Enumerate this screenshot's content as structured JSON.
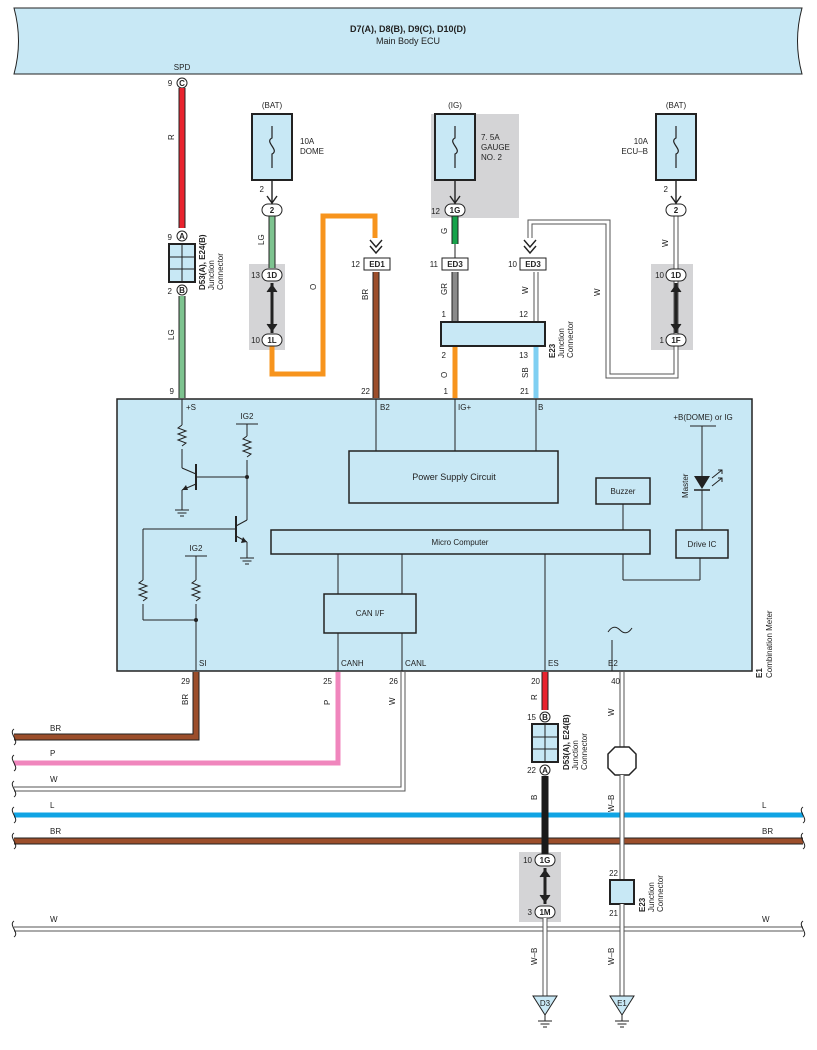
{
  "main_body_ecu": {
    "ref": "D7(A), D8(B), D9(C), D10(D)",
    "name": "Main Body ECU",
    "spd_pin": "SPD",
    "spd_pin_no": "9",
    "spd_conn": "C"
  },
  "wires": {
    "r": "R",
    "lg": "LG",
    "o": "O",
    "br": "BR",
    "g": "G",
    "gr": "GR",
    "w": "W",
    "sb": "SB",
    "p": "P",
    "b": "B",
    "wb": "W–B",
    "l": "L"
  },
  "fuses": {
    "dome": {
      "source": "(BAT)",
      "amp": "10A",
      "name": "DOME"
    },
    "gauge": {
      "source": "(IG)",
      "amp": "7. 5A",
      "name1": "GAUGE",
      "name2": "NO. 2"
    },
    "ecub": {
      "source": "(BAT)",
      "amp": "10A",
      "name": "ECU–B"
    }
  },
  "connectors": {
    "c2": "2",
    "c1g": "1G",
    "c1d": "1D",
    "c1l": "1L",
    "c1f": "1F",
    "c1m": "1M",
    "ed1": "ED1",
    "ed3": "ED3",
    "a": "A",
    "b": "B"
  },
  "pins": {
    "p1": "1",
    "p2": "2",
    "p3": "3",
    "p9": "9",
    "p10": "10",
    "p11": "11",
    "p12": "12",
    "p13": "13",
    "p15": "15",
    "p20": "20",
    "p21": "21",
    "p22": "22",
    "p25": "25",
    "p26": "26",
    "p29": "29",
    "p40": "40"
  },
  "junction_d53": {
    "ref": "D53(A), E24(B)",
    "name1": "Junction",
    "name2": "Connector"
  },
  "junction_e23": {
    "ref": "E23",
    "name1": "Junction",
    "name2": "Connector"
  },
  "meter": {
    "ref": "E1",
    "name": "Combination Meter",
    "terminals": {
      "plus_s": "+S",
      "b2": "B2",
      "ig_plus": "IG+",
      "b": "B",
      "si": "SI",
      "canh": "CANH",
      "canl": "CANL",
      "es": "ES",
      "e2": "E2"
    },
    "ig2": "IG2",
    "power_supply": "Power Supply Circuit",
    "buzzer": "Buzzer",
    "micro": "Micro Computer",
    "can_if": "CAN I/F",
    "drive_ic": "Drive IC",
    "dome_ig": "+B(DOME) or IG",
    "master": "Master"
  },
  "grounds": {
    "d3": "D3",
    "e1": "E1"
  },
  "colors": {
    "ecu_fill": "#c8e8f5",
    "red": "#e8232e",
    "green_lg": "#7dc38f",
    "orange": "#f7941d",
    "brown": "#9c4e2b",
    "green": "#16a24a",
    "gray": "#8a8a8a",
    "sky": "#7fcff2",
    "pink": "#f086bd",
    "blue": "#10a4e4",
    "black": "#1a1a1a",
    "junction_bg": "#d4d4d6"
  }
}
